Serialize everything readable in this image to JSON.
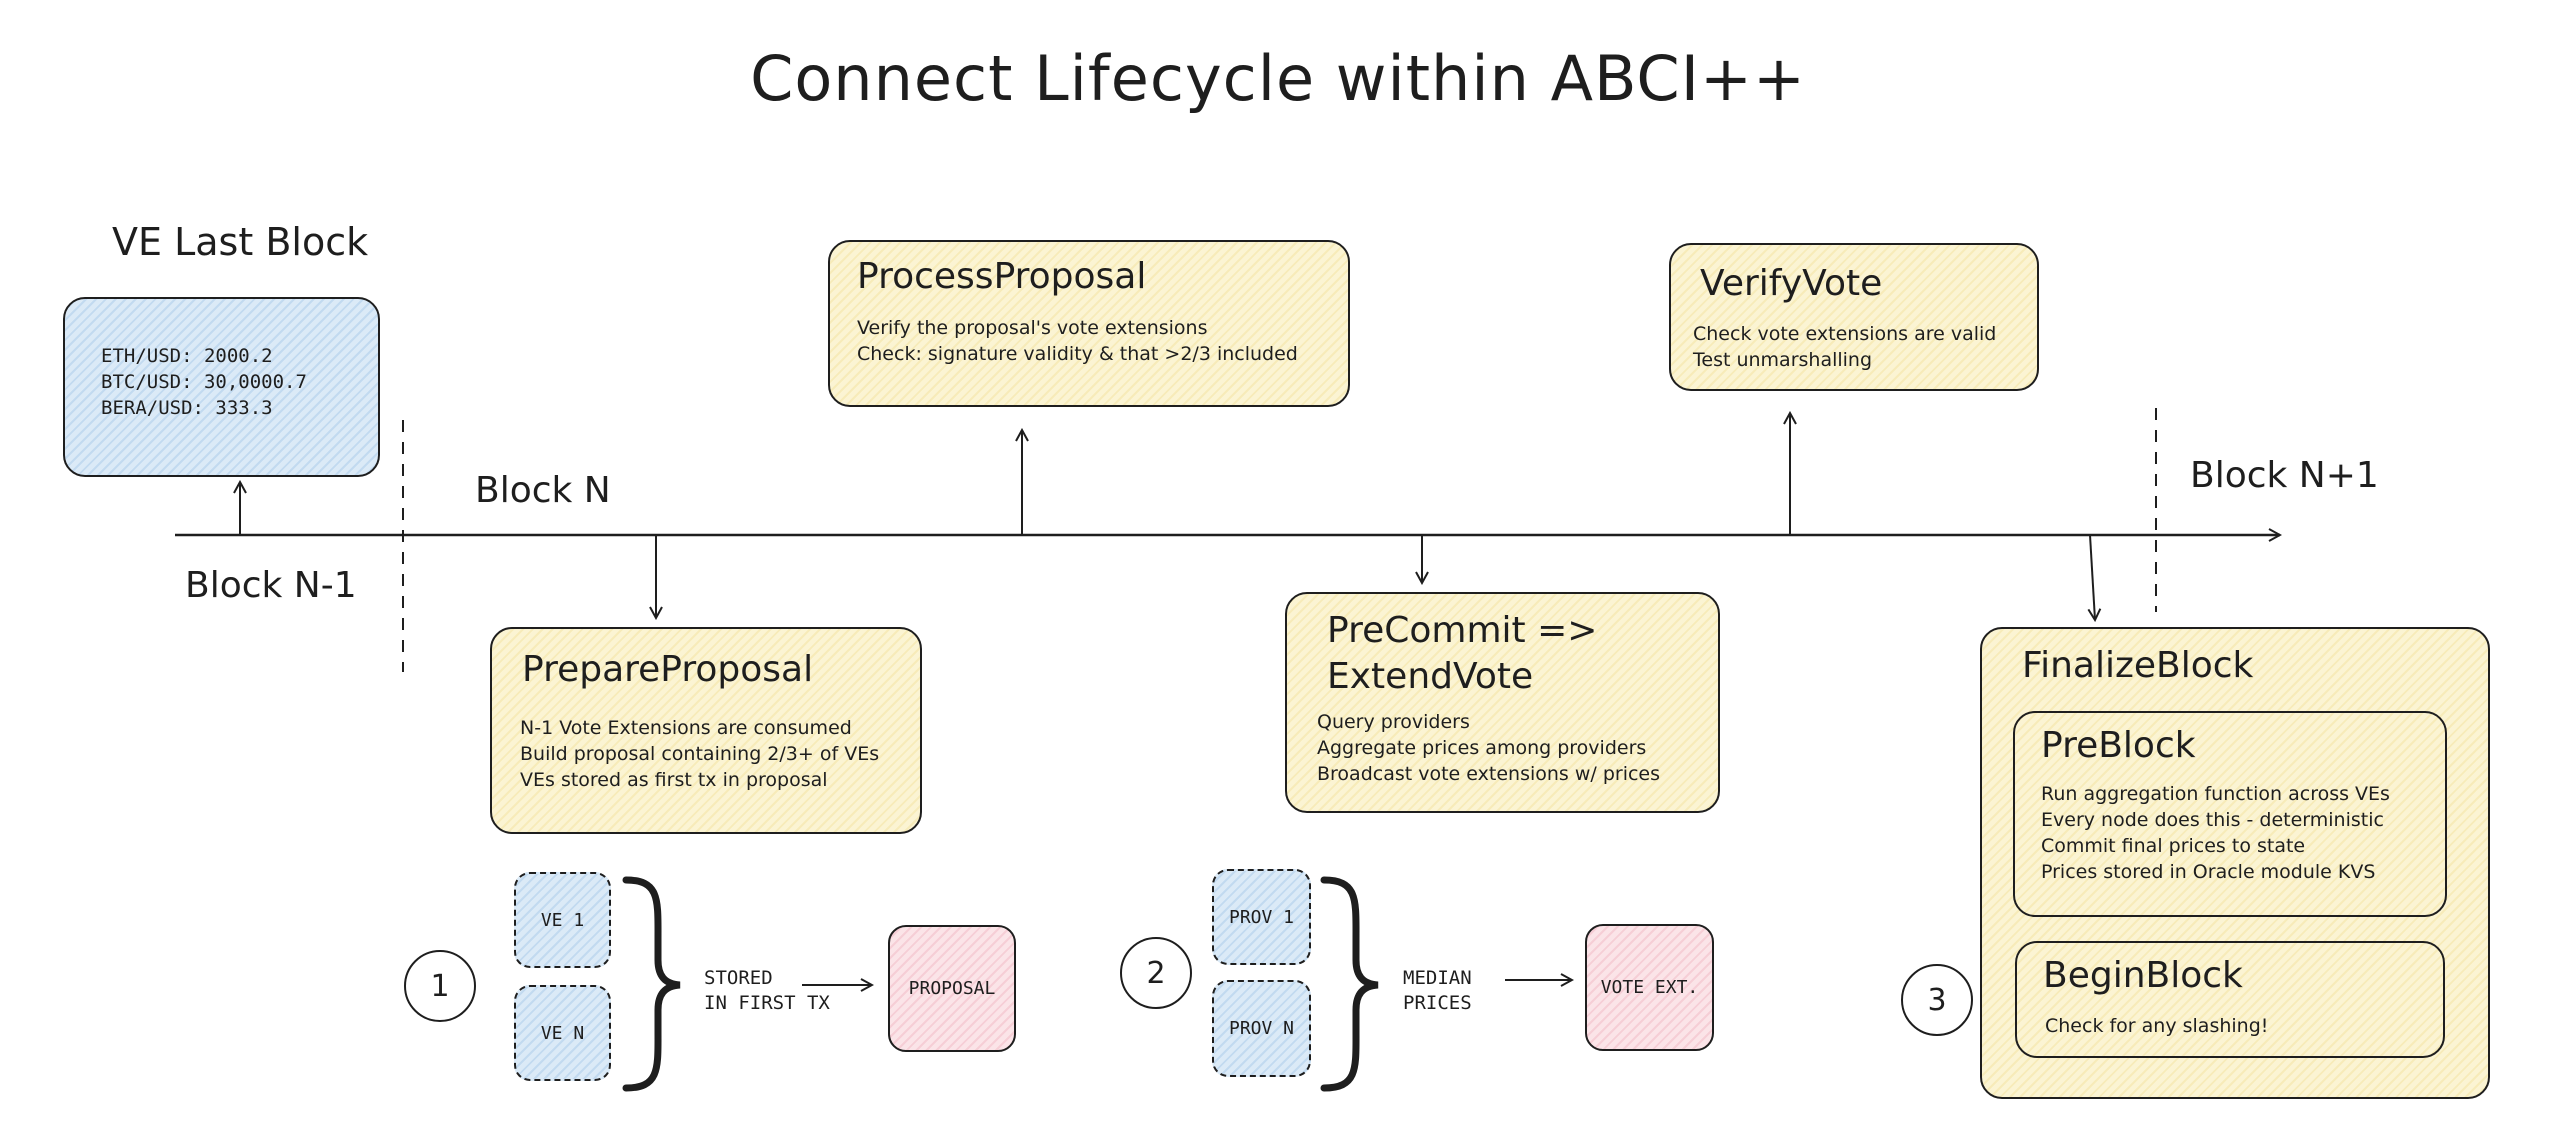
{
  "title": "Connect Lifecycle within ABCI++",
  "timeline": {
    "block_prev": "Block N-1",
    "block_current": "Block N",
    "block_next": "Block N+1"
  },
  "ve_last_block": {
    "heading": "VE Last Block",
    "lines": [
      "ETH/USD: 2000.2",
      "BTC/USD: 30,0000.7",
      "BERA/USD: 333.3"
    ]
  },
  "process_proposal": {
    "title": "ProcessProposal",
    "lines": [
      "Verify the proposal's vote extensions",
      "Check: signature validity & that >2/3 included"
    ]
  },
  "verify_vote": {
    "title": "VerifyVote",
    "lines": [
      "Check vote extensions are valid",
      "Test unmarshalling"
    ]
  },
  "prepare_proposal": {
    "title": "PrepareProposal",
    "lines": [
      "N-1 Vote Extensions are consumed",
      "Build proposal containing 2/3+ of VEs",
      "VEs stored as first tx in proposal"
    ]
  },
  "precommit": {
    "title_line1": "PreCommit =>",
    "title_line2": "ExtendVote",
    "lines": [
      "Query providers",
      "Aggregate prices among providers",
      "Broadcast vote extensions w/ prices"
    ]
  },
  "finalize_block": {
    "title": "FinalizeBlock",
    "preblock": {
      "title": "PreBlock",
      "lines": [
        "Run aggregation function across VEs",
        "Every node does this - deterministic",
        "Commit final prices to state",
        "Prices stored in Oracle module KVS"
      ]
    },
    "beginblock": {
      "title": "BeginBlock",
      "lines": [
        "Check for any slashing!"
      ]
    }
  },
  "step1": {
    "number": "1",
    "items": [
      "VE 1",
      "VE N"
    ],
    "text_line1": "STORED",
    "text_line2": "IN FIRST TX",
    "result": "PROPOSAL"
  },
  "step2": {
    "number": "2",
    "items": [
      "PROV 1",
      "PROV N"
    ],
    "text_line1": "MEDIAN",
    "text_line2": "PRICES",
    "result": "VOTE EXT."
  },
  "step3": {
    "number": "3"
  },
  "colors": {
    "stroke": "#1e1e1e",
    "yellow_fill": "#fbf4d3",
    "blue_fill": "#dbeaf7",
    "pink_fill": "#fbe4e8"
  }
}
